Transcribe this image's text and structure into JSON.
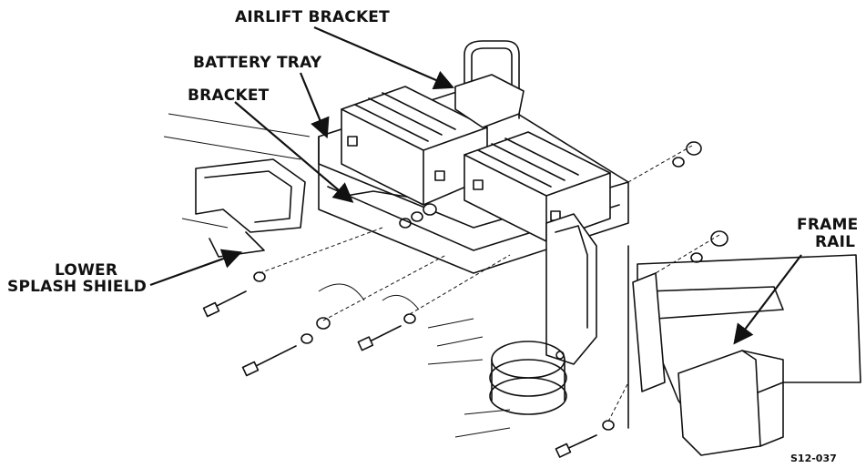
{
  "labels": {
    "airlift_bracket": "AIRLIFT BRACKET",
    "battery_tray": "BATTERY TRAY",
    "bracket": "BRACKET",
    "lower_splash_shield_line1": "LOWER",
    "lower_splash_shield_line2": "SPLASH SHIELD",
    "frame_rail_line1": "FRAME",
    "frame_rail_line2": "RAIL"
  },
  "figure_id": "S12-037",
  "colors": {
    "ink": "#111111",
    "paper": "#ffffff"
  }
}
